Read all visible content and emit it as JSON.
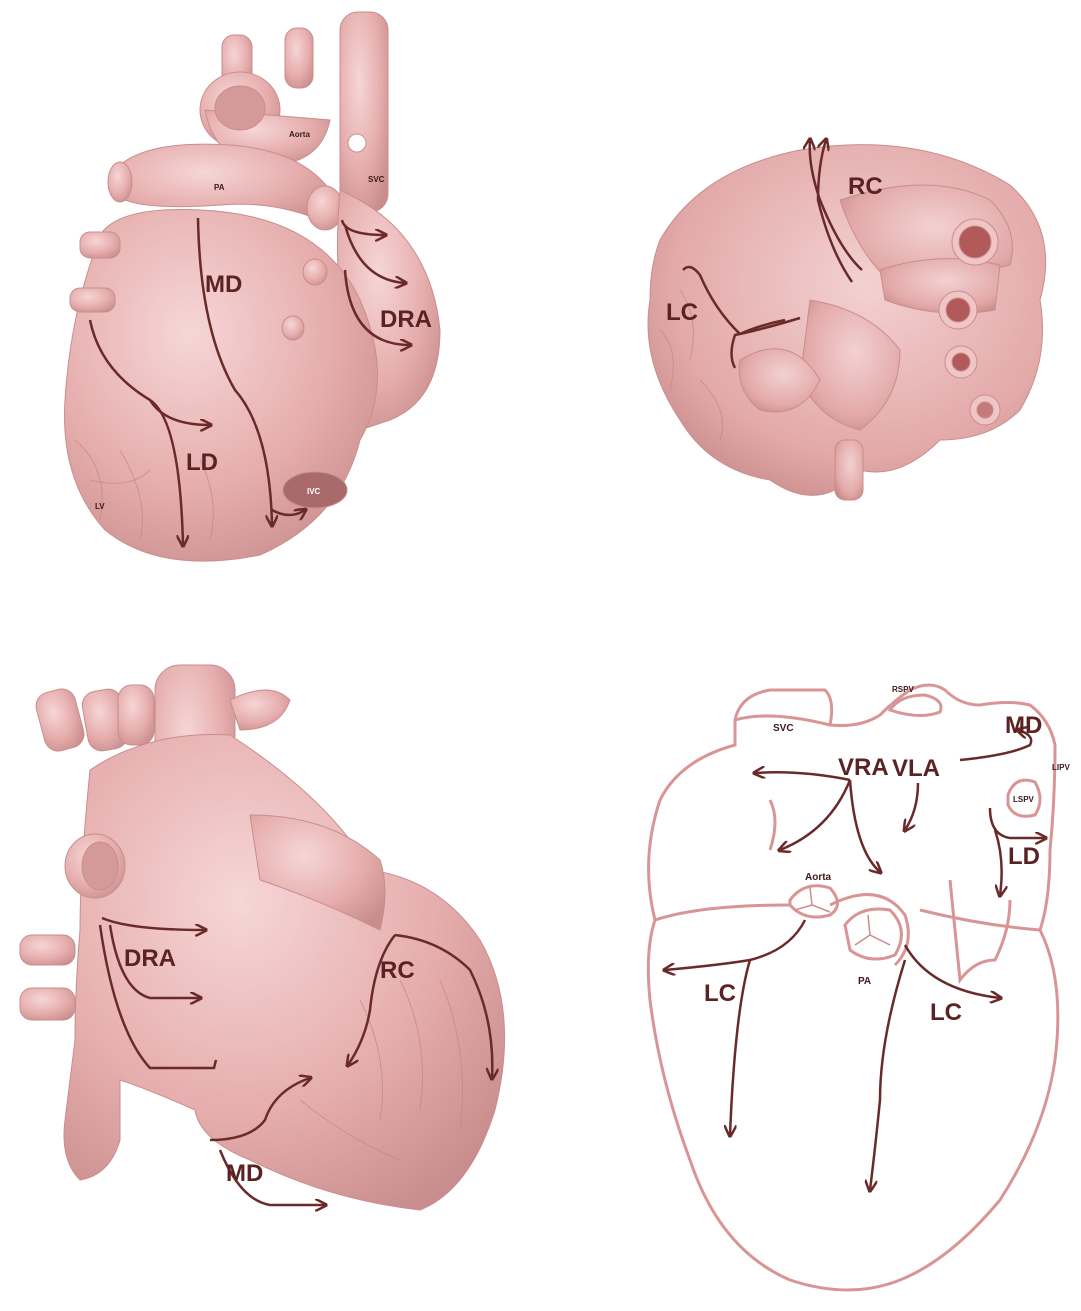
{
  "colors": {
    "tissue": "#e8b3b3",
    "tissue_light": "#f2cfcf",
    "tissue_dark": "#c98d8d",
    "arrow": "#6b2a2a",
    "outline": "#d99595",
    "label": "#5a2222"
  },
  "panel_top_left": {
    "labels": {
      "aorta": "Aorta",
      "pa": "PA",
      "svc": "SVC",
      "md": "MD",
      "dra": "DRA",
      "ld": "LD",
      "lv": "LV",
      "ivc": "IVC"
    }
  },
  "panel_top_right": {
    "labels": {
      "rc": "RC",
      "lc": "LC"
    }
  },
  "panel_bottom_left": {
    "labels": {
      "dra": "DRA",
      "rc": "RC",
      "md": "MD"
    }
  },
  "panel_bottom_right": {
    "labels": {
      "svc": "SVC",
      "rspv": "RSPV",
      "md": "MD",
      "lipv": "LIPV",
      "vra": "VRA",
      "vla": "VLA",
      "lspv": "LSPV",
      "ld": "LD",
      "aorta": "Aorta",
      "pa": "PA",
      "lc_left": "LC",
      "lc_right": "LC"
    }
  }
}
